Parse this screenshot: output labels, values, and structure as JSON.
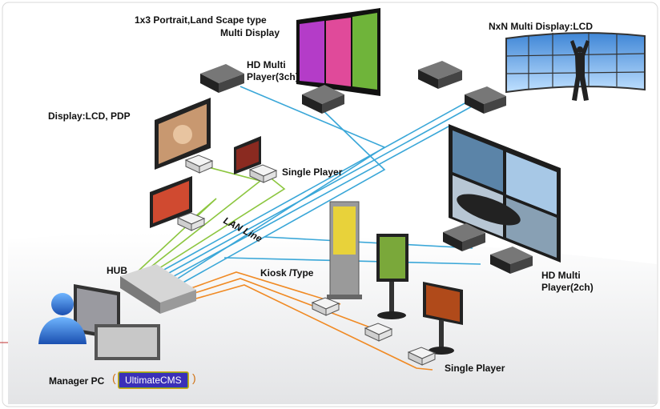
{
  "labels": {
    "portrait_title_line1": "1x3 Portrait,Land Scape type",
    "portrait_title_line2": "Multi Display",
    "nxn": "NxN Multi Display:LCD",
    "hd3_line1": "HD Multi",
    "hd3_line2": "Player(3ch)",
    "display_lcd": "Display:LCD, PDP",
    "single_player_top": "Single Player",
    "lan_line": "LAN Line",
    "hub": "HUB",
    "kiosk": "Kiosk /Type",
    "hd2_line1": "HD Multi",
    "hd2_line2": "Player(2ch)",
    "manager_pc": "Manager PC",
    "cms": "UltimateCMS",
    "single_player_bottom": "Single Player"
  },
  "colors": {
    "blue_line": "#3aa7d8",
    "green_line": "#8cc63f",
    "orange_line": "#f08a24",
    "cms_badge": "#3a2fb8"
  }
}
